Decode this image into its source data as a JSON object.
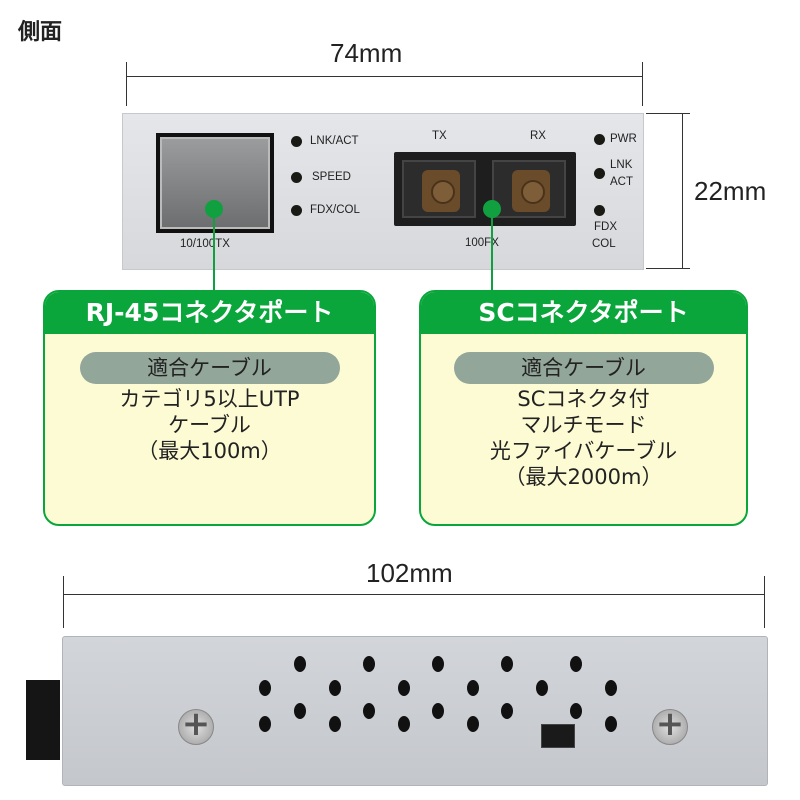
{
  "title": "側面",
  "dimensions": {
    "width": "74mm",
    "height": "22mm",
    "depth": "102mm"
  },
  "front_panel": {
    "rj45_label": "10/100TX",
    "leds_left": [
      "LNK/ACT",
      "SPEED",
      "FDX/COL"
    ],
    "tx_label": "TX",
    "rx_label": "RX",
    "fiber_label": "100FX",
    "leds_right": {
      "pwr": "PWR",
      "lnk_1": "LNK",
      "lnk_2": "ACT",
      "fdx_1": "FDX",
      "fdx_2": "COL"
    }
  },
  "callouts": [
    {
      "title": "RJ-45コネクタポート",
      "pill": "適合ケーブル",
      "lines": [
        "カテゴリ5以上UTP",
        "ケーブル",
        "（最大100m）"
      ]
    },
    {
      "title": "SCコネクタポート",
      "pill": "適合ケーブル",
      "lines": [
        "SCコネクタ付",
        "マルチモード",
        "光ファイバケーブル",
        "（最大2000m）"
      ]
    }
  ],
  "colors": {
    "accent_green": "#0aa63c",
    "callout_body": "#fdfbd4",
    "pill_gray": "#93a69a"
  }
}
